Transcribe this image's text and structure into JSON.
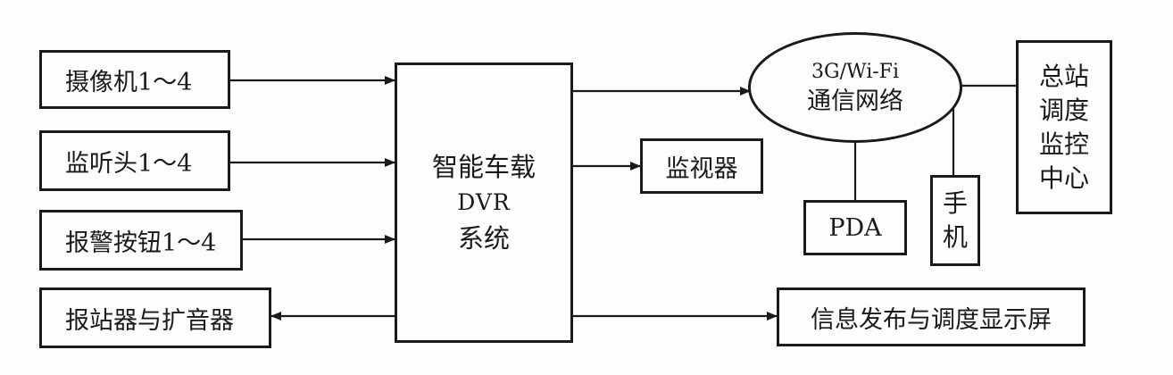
{
  "inputs": {
    "camera": "摄像机1～4",
    "microphone": "监听头1～4",
    "alarm": "报警按钮1～4",
    "announcer": "报站器与扩音器"
  },
  "dvr": {
    "line1": "智能车载",
    "line2": "DVR",
    "line3": "系统"
  },
  "monitor": "监视器",
  "network": {
    "line1": "3G/Wi-Fi",
    "line2": "通信网络"
  },
  "pda": "PDA",
  "phone": [
    "手",
    "机"
  ],
  "center": [
    "总站",
    "调度",
    "监控",
    "中心"
  ],
  "display": "信息发布与调度显示屏"
}
